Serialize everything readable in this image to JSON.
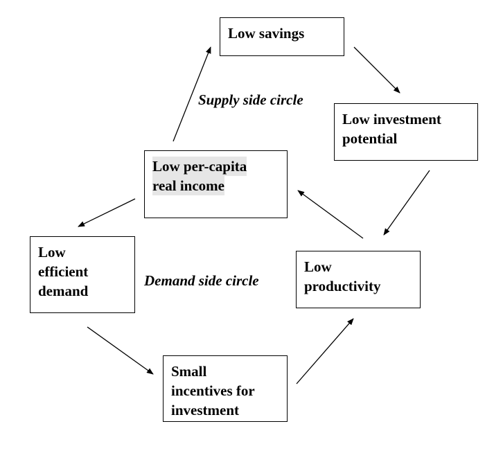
{
  "nodes": {
    "low_savings": {
      "lines": [
        "Low savings"
      ]
    },
    "low_investment_potential": {
      "lines": [
        "Low investment",
        "potential"
      ]
    },
    "low_per_capita_real_income": {
      "lines": [
        "Low per-capita",
        "real income"
      ]
    },
    "low_efficient_demand": {
      "lines": [
        "Low",
        "efficient",
        "demand"
      ]
    },
    "low_productivity": {
      "lines": [
        "Low",
        "productivity"
      ]
    },
    "small_incentives_for_investment": {
      "lines": [
        "Small",
        "incentives for",
        "investment"
      ]
    }
  },
  "labels": {
    "supply_side": "Supply side circle",
    "demand_side": "Demand side circle"
  },
  "edges": [
    {
      "from": "low_savings",
      "to": "low_investment_potential"
    },
    {
      "from": "low_investment_potential",
      "to": "low_productivity"
    },
    {
      "from": "low_productivity",
      "to": "low_per_capita_real_income"
    },
    {
      "from": "low_per_capita_real_income",
      "to": "low_savings"
    },
    {
      "from": "low_per_capita_real_income",
      "to": "low_efficient_demand"
    },
    {
      "from": "low_efficient_demand",
      "to": "small_incentives_for_investment"
    },
    {
      "from": "small_incentives_for_investment",
      "to": "low_productivity"
    }
  ],
  "colors": {
    "line": "#000000",
    "highlight": "#e6e6e6"
  }
}
